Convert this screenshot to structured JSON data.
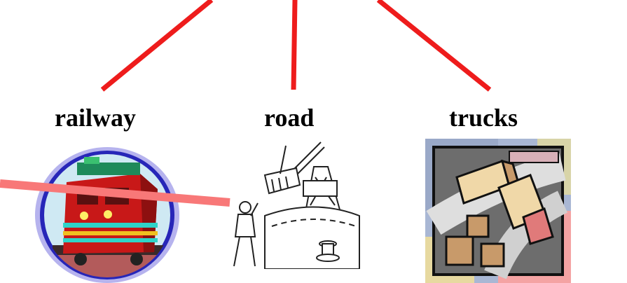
{
  "labels": {
    "railway": "railway",
    "road": "road",
    "trucks": "trucks"
  },
  "icons": {
    "railway": "train-locomotive-icon",
    "road": "port-crane-worker-icon",
    "trucks": "trucks-highway-icon"
  },
  "colors": {
    "connector_line": "#ee1c1c",
    "strike_line": "#f87878",
    "text": "#000000"
  }
}
